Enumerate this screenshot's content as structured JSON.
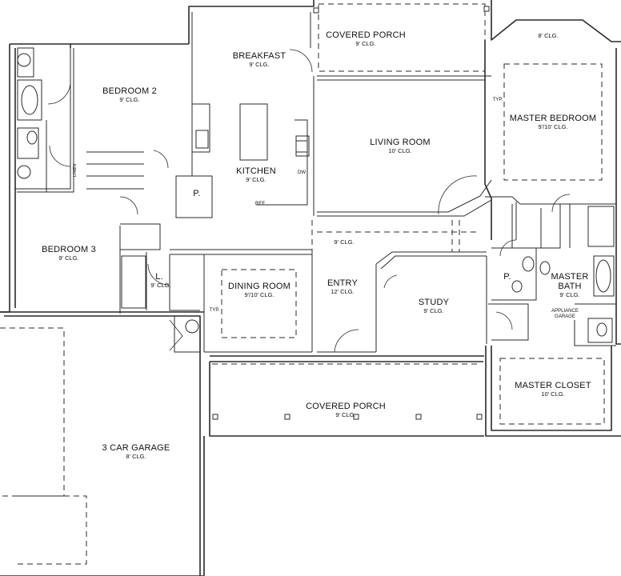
{
  "rooms": {
    "covered_porch_top": {
      "name": "COVERED PORCH",
      "clg": "9' CLG."
    },
    "breakfast": {
      "name": "BREAKFAST",
      "clg": "9' CLG."
    },
    "bedroom2": {
      "name": "BEDROOM 2",
      "clg": "9' CLG."
    },
    "kitchen": {
      "name": "KITCHEN",
      "clg": "9' CLG."
    },
    "living": {
      "name": "LIVING ROOM",
      "clg": "10' CLG."
    },
    "master_bedroom": {
      "name": "MASTER BEDROOM",
      "clg": "9'/10' CLG."
    },
    "bedroom3": {
      "name": "BEDROOM 3",
      "clg": "9' CLG."
    },
    "dining": {
      "name": "DINING ROOM",
      "clg": "9'/10' CLG."
    },
    "entry": {
      "name": "ENTRY",
      "clg": "12' CLG."
    },
    "study": {
      "name": "STUDY",
      "clg": "9' CLG."
    },
    "master_bath": {
      "name": "MASTER BATH",
      "clg": "9' CLG."
    },
    "master_closet": {
      "name": "MASTER CLOSET",
      "clg": "10' CLG."
    },
    "covered_porch_front": {
      "name": "COVERED PORCH",
      "clg": "9' CLG."
    },
    "garage": {
      "name": "3 CAR GARAGE",
      "clg": "8' CLG."
    }
  },
  "labels": {
    "bay_clg": "8' CLG.",
    "hall_clg": "9' CLG.",
    "pantry_kitchen": "P.",
    "pantry_bath": "P.",
    "laundry": "L.",
    "laundry_clg": "9' CLG.",
    "typ_master": "TYP.",
    "typ_dining": "TYP.",
    "appliance_garage": "APPLIANCE GARAGE",
    "linen": "LINEN",
    "dw": "DW",
    "ref": "REF"
  },
  "colors": {
    "line": "#2a2a2a",
    "wall_fill": "#ffffff"
  }
}
